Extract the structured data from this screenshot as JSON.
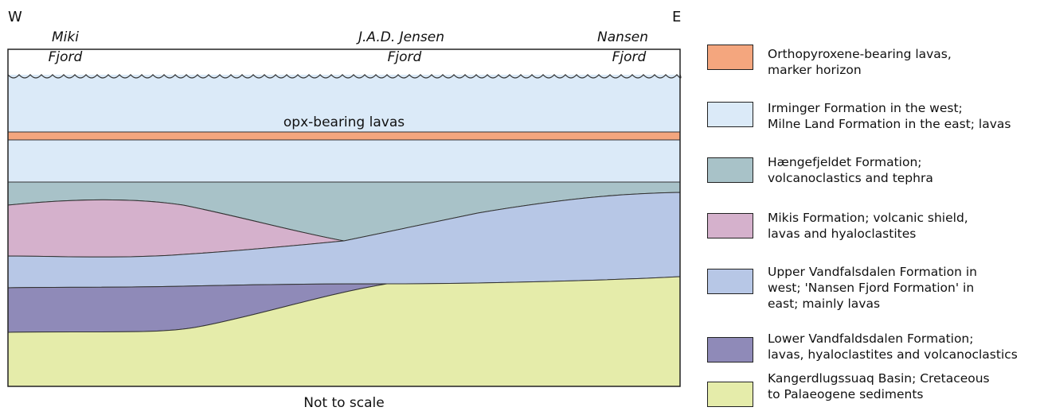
{
  "diagram": {
    "west_label": "W",
    "east_label": "E",
    "locations": [
      {
        "line1": "Miki",
        "line2": "Fjord"
      },
      {
        "line1": "J.A.D. Jensen",
        "line2": "Fjord"
      },
      {
        "line1": "Nansen",
        "line2": "Fjord"
      }
    ],
    "marker_label": "opx-bearing lavas",
    "caption": "Not to scale"
  },
  "legend": {
    "items": [
      {
        "text": "Orthopyroxene-bearing lavas,\nmarker horizon",
        "color": "#f4a67e"
      },
      {
        "text": "Irminger Formation in the west;\nMilne Land Formation in the east; lavas",
        "color": "#dbeaf8"
      },
      {
        "text": "Hængefjeldet Formation;\nvolcanoclastics and tephra",
        "color": "#a8c2c8"
      },
      {
        "text": "Mikis Formation; volcanic shield,\nlavas and hyaloclastites",
        "color": "#d5b1cc"
      },
      {
        "text": "Upper Vandfalsdalen Formation in\nwest; 'Nansen Fjord Formation' in\neast; mainly lavas",
        "color": "#b7c7e6"
      },
      {
        "text": "Lower Vandfaldsdalen Formation;\nlavas, hyaloclastites and volcanoclastics",
        "color": "#8f8ab8"
      },
      {
        "text": "Kangerdlugssuaq Basin; Cretaceous\nto Palaeogene sediments",
        "color": "#e5ecaa"
      }
    ]
  }
}
